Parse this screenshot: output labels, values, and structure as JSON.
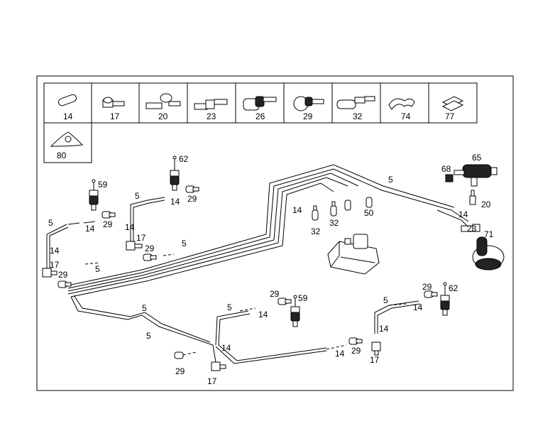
{
  "legend": {
    "row1": [
      "14",
      "17",
      "20",
      "23",
      "26",
      "29",
      "32",
      "74",
      "77"
    ],
    "row2": [
      "80"
    ]
  },
  "callouts": {
    "c62a": "62",
    "c65": "65",
    "c68": "68",
    "c59a": "59",
    "c5a": "5",
    "c14a": "14",
    "c29a": "29",
    "c5b": "5",
    "c14b": "14",
    "c29b": "29",
    "c14c": "14",
    "c17a": "17",
    "c29c": "29",
    "c5c": "5",
    "c14d": "14",
    "c17b": "17",
    "c29d": "29",
    "c5d": "5",
    "c14e": "14",
    "c32a": "32",
    "c32b": "32",
    "c50": "50",
    "c5e": "5",
    "c14f": "14",
    "c20": "20",
    "c23": "23",
    "c71": "71",
    "c5f": "5",
    "c5g": "5",
    "c29e": "29",
    "c14g": "14",
    "c17c": "17",
    "c5h": "5",
    "c14h": "14",
    "c29f": "29",
    "c59b": "59",
    "c5i": "5",
    "c14i": "14",
    "c29g": "29",
    "c62b": "62",
    "c14j": "14",
    "c14k": "14",
    "c29h": "29",
    "c17d": "17"
  }
}
